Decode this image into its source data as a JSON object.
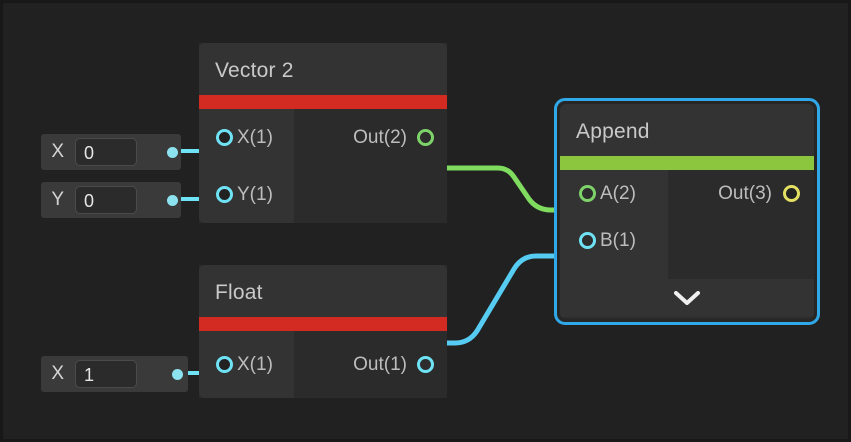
{
  "canvas": {
    "background": "#212121",
    "border_color": "#181818"
  },
  "colors": {
    "accent_red": "#d32a22",
    "accent_green": "#8cc63e",
    "selection_blue": "#30a8e8",
    "wire_green": "#7fdc5f",
    "wire_cyan": "#57ccf2",
    "port_cyan": "#6fe3f5",
    "port_green": "#7dd36a",
    "port_yellow": "#e3df62"
  },
  "properties": [
    {
      "name": "vector2-x",
      "label": "X",
      "value": "0",
      "placeholder": "0"
    },
    {
      "name": "vector2-y",
      "label": "Y",
      "value": "0",
      "placeholder": "0"
    },
    {
      "name": "float-x",
      "label": "X",
      "value": "1",
      "placeholder": "0"
    }
  ],
  "nodes": [
    {
      "id": "vector2",
      "title": "Vector 2",
      "accent": "#d32a22",
      "selected": false,
      "inputs": [
        {
          "label": "X(1)",
          "port": "cyan",
          "filled": false
        },
        {
          "label": "Y(1)",
          "port": "cyan",
          "filled": false
        }
      ],
      "outputs": [
        {
          "label": "Out(2)",
          "port": "green",
          "filled": true
        }
      ],
      "has_footer": false
    },
    {
      "id": "float",
      "title": "Float",
      "accent": "#d32a22",
      "selected": false,
      "inputs": [
        {
          "label": "X(1)",
          "port": "cyan",
          "filled": false
        }
      ],
      "outputs": [
        {
          "label": "Out(1)",
          "port": "cyan",
          "filled": true
        }
      ],
      "has_footer": false
    },
    {
      "id": "append",
      "title": "Append",
      "accent": "#8cc63e",
      "selected": true,
      "inputs": [
        {
          "label": "A(2)",
          "port": "green",
          "filled": true
        },
        {
          "label": "B(1)",
          "port": "cyan",
          "filled": true
        }
      ],
      "outputs": [
        {
          "label": "Out(3)",
          "port": "yellow",
          "filled": false
        }
      ],
      "has_footer": true,
      "footer_icon": "chevron-down-icon"
    }
  ],
  "connections": [
    {
      "name": "vector2-out-to-append-a",
      "from": "vector2.Out(2)",
      "to": "append.A(2)",
      "color": "#7fdc5f"
    },
    {
      "name": "float-out-to-append-b",
      "from": "float.Out(1)",
      "to": "append.B(1)",
      "color": "#57ccf2"
    }
  ]
}
